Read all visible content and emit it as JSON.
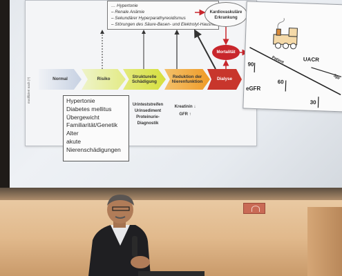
{
  "slide": {
    "side_note": "modifiziert nach (?)",
    "complications": [
      "… Hypertonie",
      "– Renale Anämie",
      "– Sekundärer Hyperparathyreoidismus",
      "– Störungen des Säure-Basen- und Elektrolyt-Haushaltes"
    ],
    "cardio": "Kardiovaskuläre Erkrankung",
    "mortality": "Mortalität",
    "stages": {
      "normal": "Normal",
      "risiko": "Risiko",
      "struktur": "Strukturelle Schädigung",
      "reduktion": "Reduktion der Nierenfunktion",
      "dialyse": "Dialyse"
    },
    "markers_struct": [
      "Urinteststreifen",
      "Urinsediment",
      "Proteinurie-",
      "Diagnostik"
    ],
    "markers_func": [
      "Kreatinin ↓",
      "GFR ↑"
    ],
    "risk_factors": [
      "Hypertonie",
      "Diabetes mellitus",
      "Übergewicht",
      "Familiarität/Genetik",
      "Alter",
      "akute",
      "Nierenschädigungen"
    ],
    "chart": {
      "egfr_label": "eGFR",
      "uacr_label": "UACR",
      "patient_label": "Patient",
      "ticks": [
        "90",
        "60",
        "30"
      ],
      "extra_label": "Spr"
    }
  },
  "colors": {
    "dialyse": "#c8362c",
    "mortality": "#c8262c",
    "reduktion": "#ef9b27",
    "struktur": "#d6df3e"
  }
}
